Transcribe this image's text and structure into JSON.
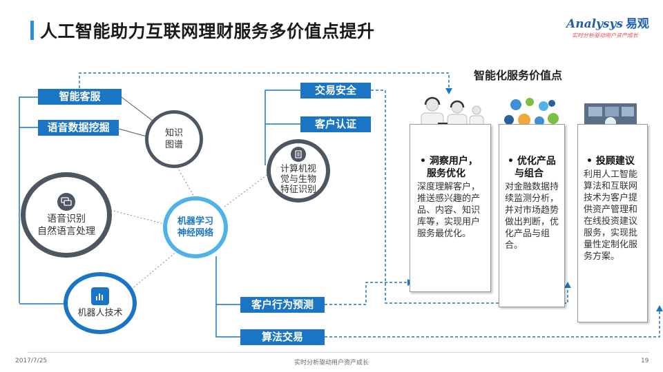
{
  "header": {
    "title": "人工智能助力互联网理财服务多价值点提升"
  },
  "logo": {
    "en": "nalysys",
    "en_initial": "A",
    "cn": "易观",
    "slogan": "实时分析驱动用户资产成长"
  },
  "left_labels": [
    "智能客服",
    "语音数据挖掘"
  ],
  "mid_labels": [
    "交易安全",
    "客户认证"
  ],
  "bottom_labels": [
    "客户行为预测",
    "算法交易"
  ],
  "circles": {
    "knowledge": "知识\n图谱",
    "speech": "语音识别\n自然语言处理",
    "robot": "机器人技术",
    "ml": "机器学习\n神经网络",
    "vision": "计算机视\n觉与生物\n特征识别"
  },
  "section_title": "智能化服务价值点",
  "cards": [
    {
      "head": "洞察用户，服务优化",
      "body": "深度理解客户，推送感兴趣的产品、内容、知识库等，实现用户服务最优化。"
    },
    {
      "head": "优化产品与组合",
      "body": "对金融数据持续监测分析，并对市场趋势做出判断，优化产品与组合。"
    },
    {
      "head": "投顾建议",
      "body": "利用人工智能算法和互联网技术为客户提供资产管理和在线投资建议服务，实现批量性定制化服务方案。"
    }
  ],
  "footer": {
    "date": "2017/7/25",
    "center": "实时分析驱动用户资产成长",
    "page": "19"
  },
  "colors": {
    "primary": "#1a75c4",
    "gray_ring": "#4d5663",
    "light_blue": "#4fb3e8",
    "accent": "#2a8fd6"
  }
}
